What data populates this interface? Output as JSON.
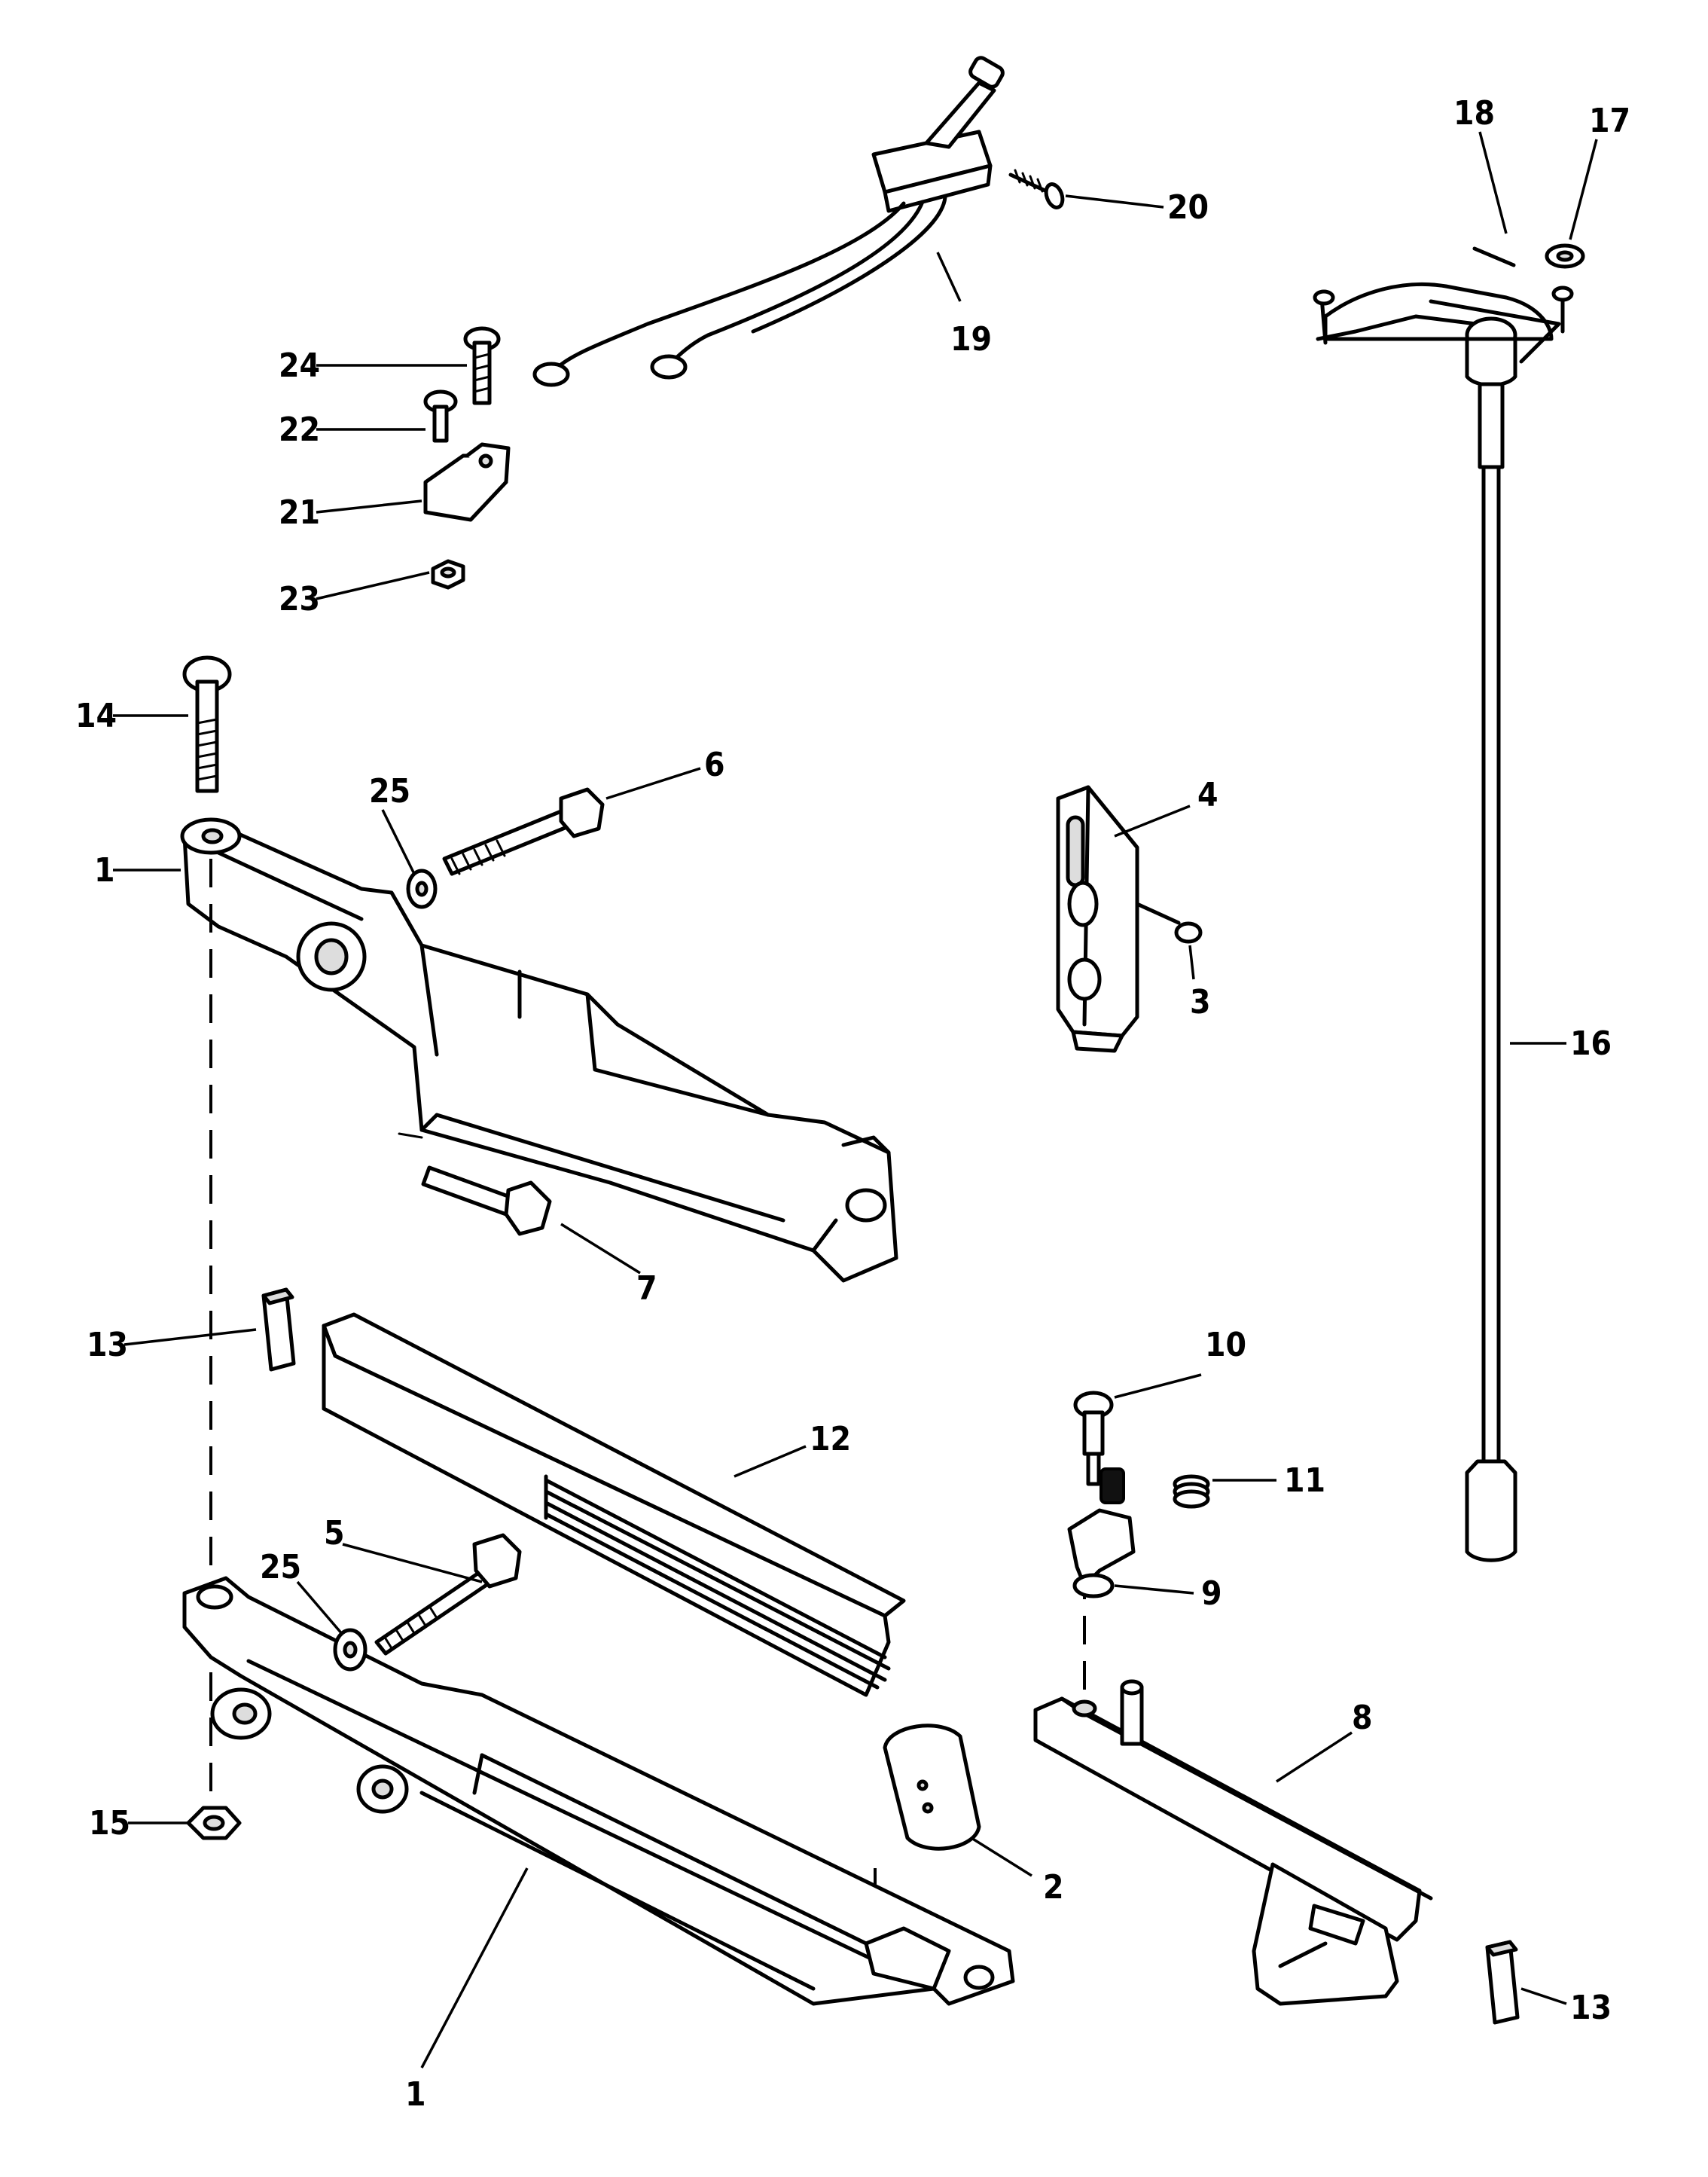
{
  "callouts": {
    "c1a": "1",
    "c1b": "1",
    "c2": "2",
    "c3": "3",
    "c4": "4",
    "c5": "5",
    "c6": "6",
    "c7": "7",
    "c8": "8",
    "c9": "9",
    "c10": "10",
    "c11": "11",
    "c12": "12",
    "c13a": "13",
    "c13b": "13",
    "c14": "14",
    "c15": "15",
    "c16": "16",
    "c17": "17",
    "c18": "18",
    "c19": "19",
    "c20": "20",
    "c21": "21",
    "c22": "22",
    "c23": "23",
    "c24": "24",
    "c25a": "25",
    "c25b": "25"
  }
}
